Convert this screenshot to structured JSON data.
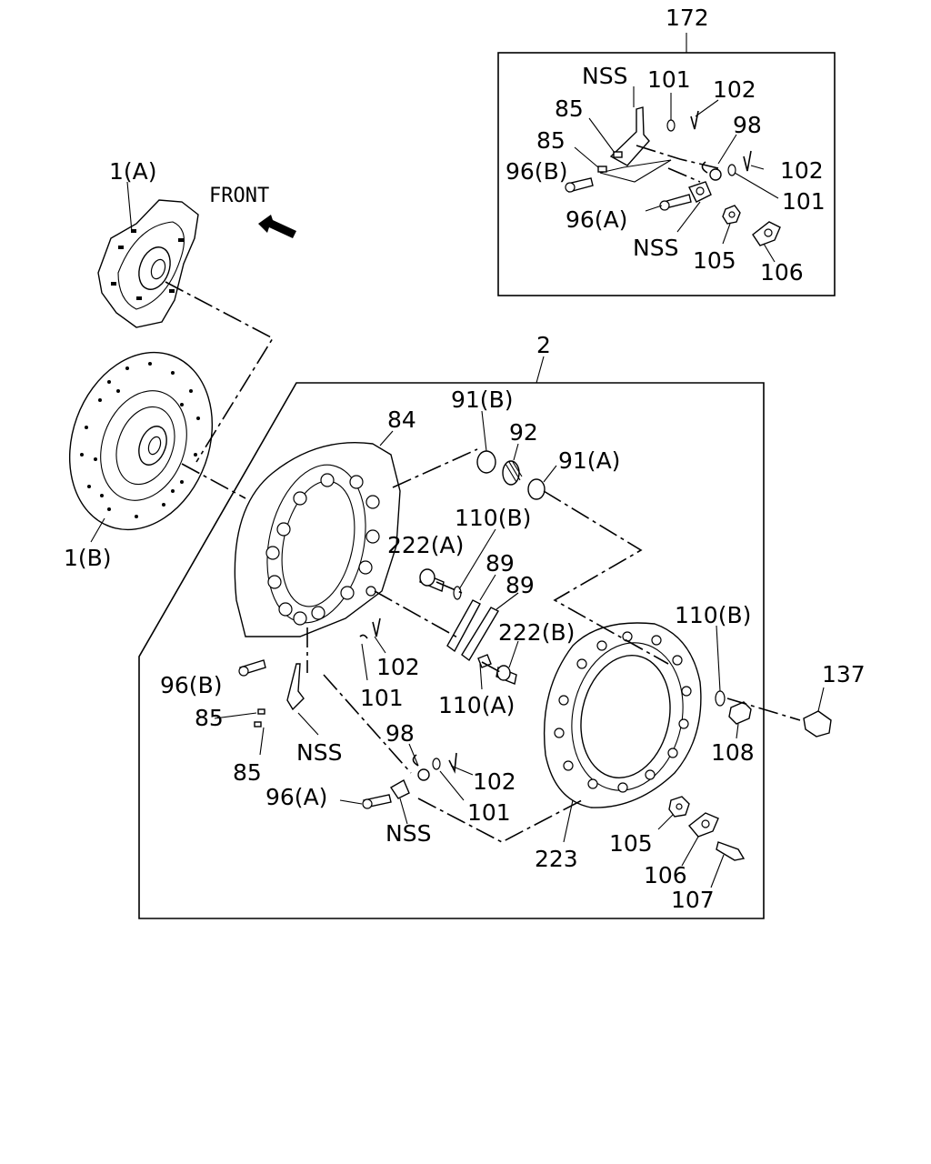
{
  "labels": {
    "l172": "172",
    "l2": "2",
    "front": "FRONT",
    "l1a": "1(A)",
    "l1b": "1(B)",
    "l84": "84",
    "l91b": "91(B)",
    "l92": "92",
    "l91a": "91(A)",
    "l110b_1": "110(B)",
    "l222a": "222(A)",
    "l89_1": "89",
    "l89_2": "89",
    "l222b": "222(B)",
    "l110a": "110(A)",
    "l110b_2": "110(B)",
    "l137": "137",
    "l108": "108",
    "l96b": "96(B)",
    "l85_1": "85",
    "l85_2": "85",
    "lnss_1": "NSS",
    "l102_1": "102",
    "l101_1": "101",
    "l98": "98",
    "l102_2": "102",
    "l101_2": "101",
    "l96a": "96(A)",
    "lnss_2": "NSS",
    "l223": "223",
    "l105": "105",
    "l106": "106",
    "l107": "107",
    "inset": {
      "nss_1": "NSS",
      "l101_1": "101",
      "l102_1": "102",
      "l85_1": "85",
      "l85_2": "85",
      "l98": "98",
      "l96b": "96(B)",
      "l102_2": "102",
      "l101_2": "101",
      "l96a": "96(A)",
      "nss_2": "NSS",
      "l105": "105",
      "l106": "106"
    }
  },
  "colors": {
    "line": "#000000",
    "background": "#ffffff"
  }
}
